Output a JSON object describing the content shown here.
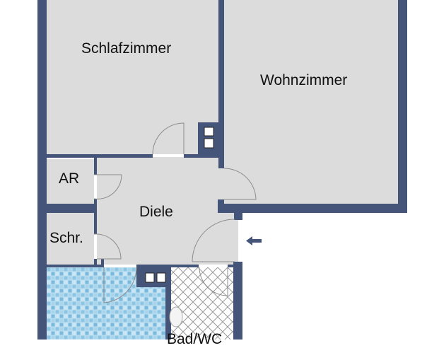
{
  "plan": {
    "wall_color": "#45557a",
    "floor_color": "#dcdcdc",
    "rooms": [
      {
        "id": "schlafzimmer",
        "label": "Schlafzimmer"
      },
      {
        "id": "wohnzimmer",
        "label": "Wohnzimmer"
      },
      {
        "id": "ar",
        "label": "AR"
      },
      {
        "id": "diele",
        "label": "Diele"
      },
      {
        "id": "schrank",
        "label": "Schr."
      },
      {
        "id": "bad",
        "label": ""
      },
      {
        "id": "wc",
        "label": "Bad/WC"
      }
    ],
    "entrance": {
      "icon": "arrow-left-icon"
    }
  }
}
